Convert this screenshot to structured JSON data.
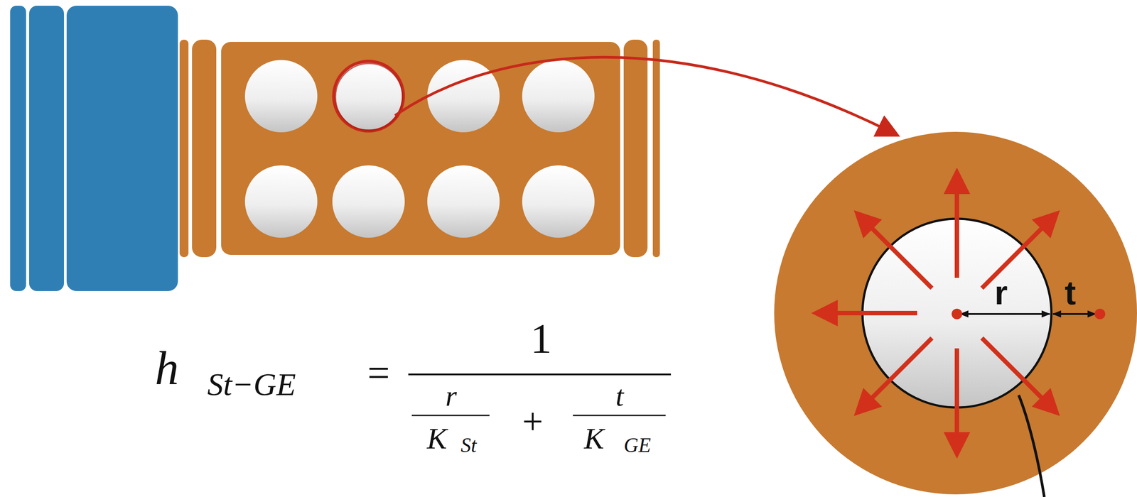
{
  "diagram": {
    "labels": [
      "h",
      "St−GE",
      "=",
      "1",
      "r",
      "K",
      "St",
      "+",
      "t",
      "K",
      "GE",
      "r",
      "t"
    ]
  }
}
